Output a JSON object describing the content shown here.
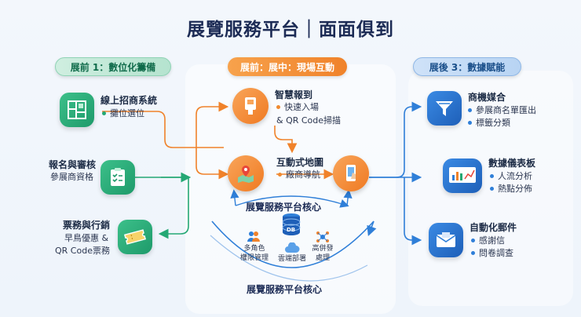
{
  "title": "展覽服務平台｜面面俱到",
  "phases": {
    "before": "展前 1：數位化籌備",
    "during": "展前：展中：現場互動",
    "after": "展後 3：數據賦能"
  },
  "left": {
    "item1": {
      "title": "線上招商系統",
      "bullet": "攤位選位"
    },
    "item2": {
      "title": "報名與審核",
      "sub": "參展商資格"
    },
    "item3": {
      "title": "票務與行銷",
      "line1": "早鳥優惠 &",
      "line2": "QR Code票務"
    }
  },
  "center": {
    "checkin": {
      "title": "智慧報到",
      "bullet": "快速入場",
      "line2": "& QR Code掃描"
    },
    "map": {
      "title": "互動式地圖",
      "bullet": "廠商導航"
    },
    "core_title": "展覽服務平台核心",
    "db_label": "DB",
    "modules": [
      {
        "line1": "多角色",
        "line2": "權限管理"
      },
      {
        "line1": "雲端部署",
        "line2": ""
      },
      {
        "line1": "高併發",
        "line2": "處理"
      }
    ],
    "core_bottom": "展覽服務平台核心"
  },
  "right": {
    "item1": {
      "title": "商機媒合",
      "b1": "參展商名單匯出",
      "b2": "標籤分類"
    },
    "item2": {
      "title": "數據儀表板",
      "b1": "人流分析",
      "b2": "熱點分佈"
    },
    "item3": {
      "title": "自動化郵件",
      "b1": "感謝信",
      "b2": "問卷調查"
    }
  },
  "colors": {
    "green": "#1e9a6a",
    "orange": "#f0822a",
    "blue": "#2f7fd8",
    "title": "#1c2b55"
  }
}
